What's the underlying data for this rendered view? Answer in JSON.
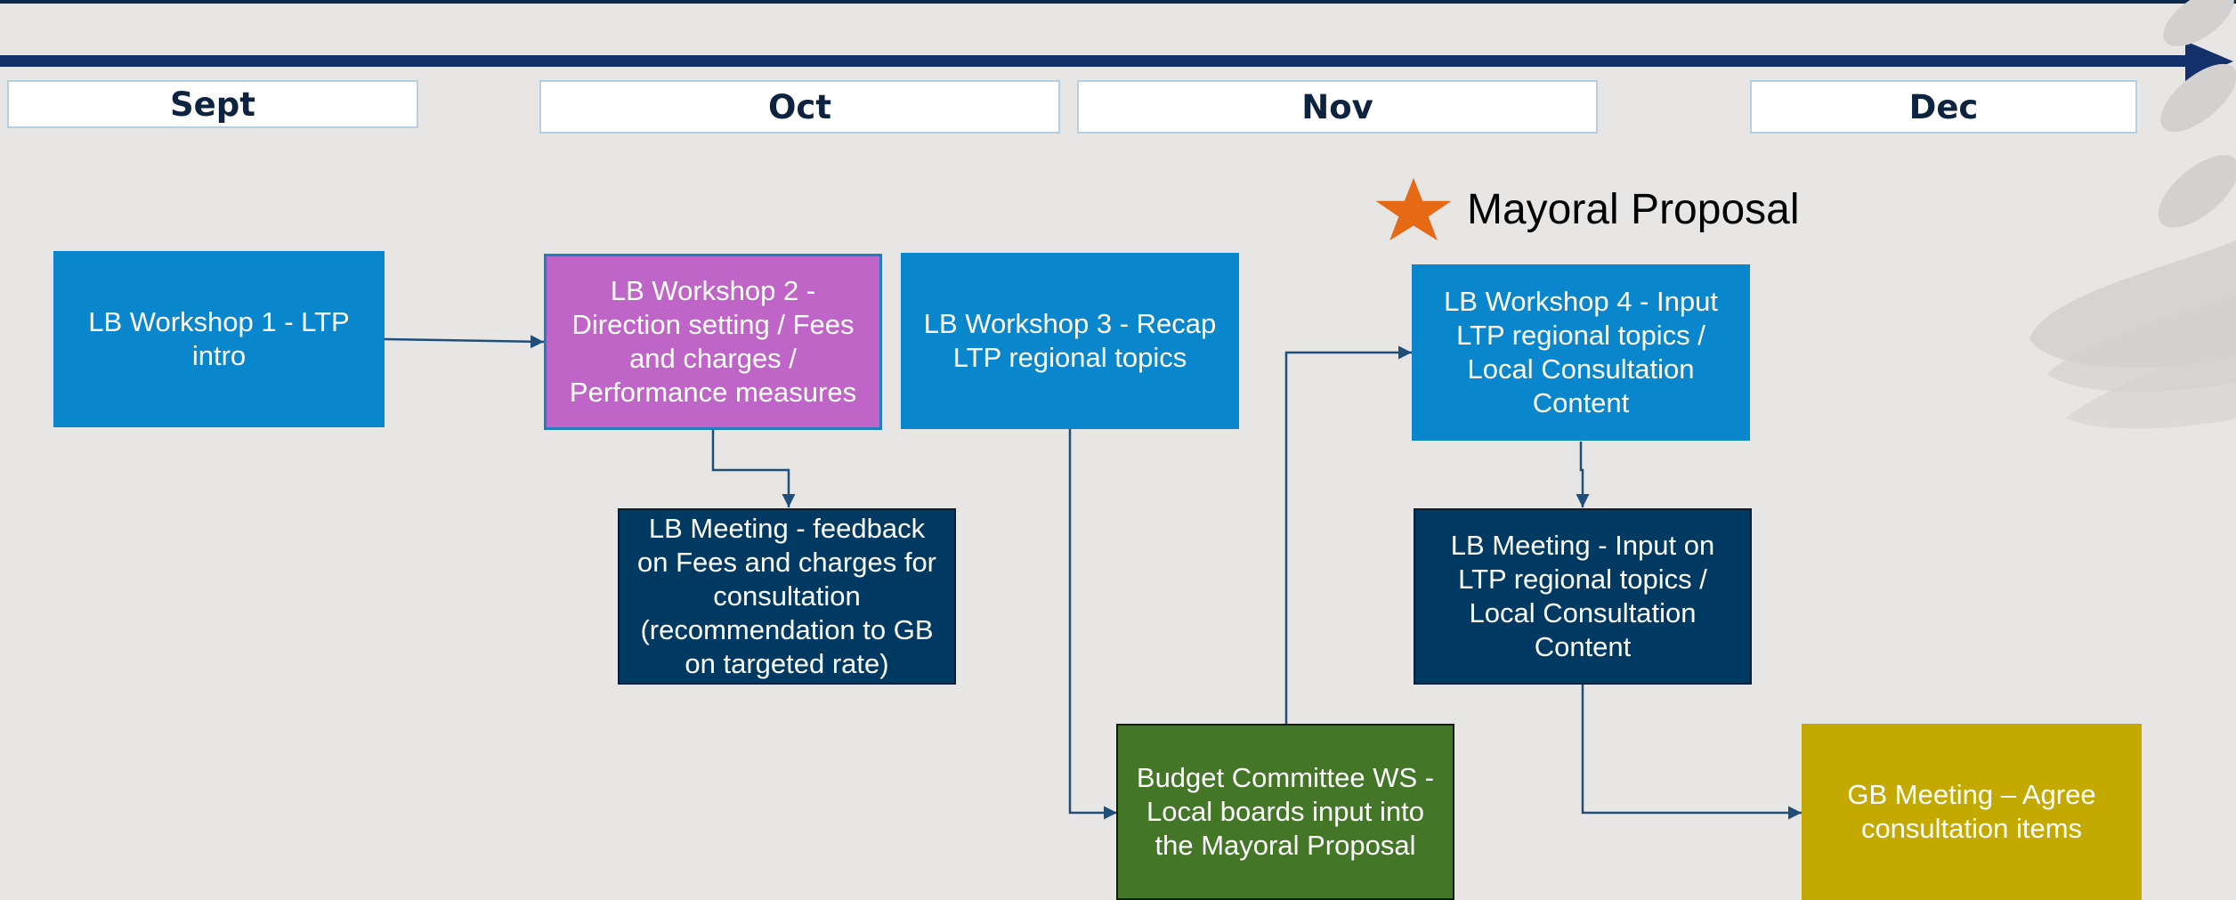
{
  "timeline": {
    "months": [
      "Sept",
      "Oct",
      "Nov",
      "Dec"
    ]
  },
  "legend": {
    "star_label": "Mayoral Proposal",
    "star_color": "#e66a16"
  },
  "nodes": {
    "lb_workshop_1": "LB Workshop 1 - LTP intro",
    "lb_workshop_2": "LB Workshop 2 - Direction setting / Fees and charges / Performance measures",
    "lb_meeting_fees": "LB Meeting - feedback on Fees and charges for consultation (recommendation to GB on targeted rate)",
    "lb_workshop_3": "LB Workshop 3 - Recap LTP regional topics",
    "budget_committee_ws": "Budget Committee WS - Local boards input into the Mayoral Proposal",
    "lb_workshop_4": "LB Workshop 4 - Input LTP regional topics / Local Consultation Content",
    "lb_meeting_input": "LB Meeting - Input on LTP regional topics / Local Consultation Content",
    "gb_meeting": "GB Meeting – Agree consultation items"
  },
  "colors": {
    "workshop_blue": "#0a86cc",
    "workshop_purple": "#c065c8",
    "meeting_navy": "#003a63",
    "committee_green": "#437627",
    "gb_gold": "#c4aa00",
    "timeline_navy": "#14306a",
    "connector": "#1f4e79"
  }
}
